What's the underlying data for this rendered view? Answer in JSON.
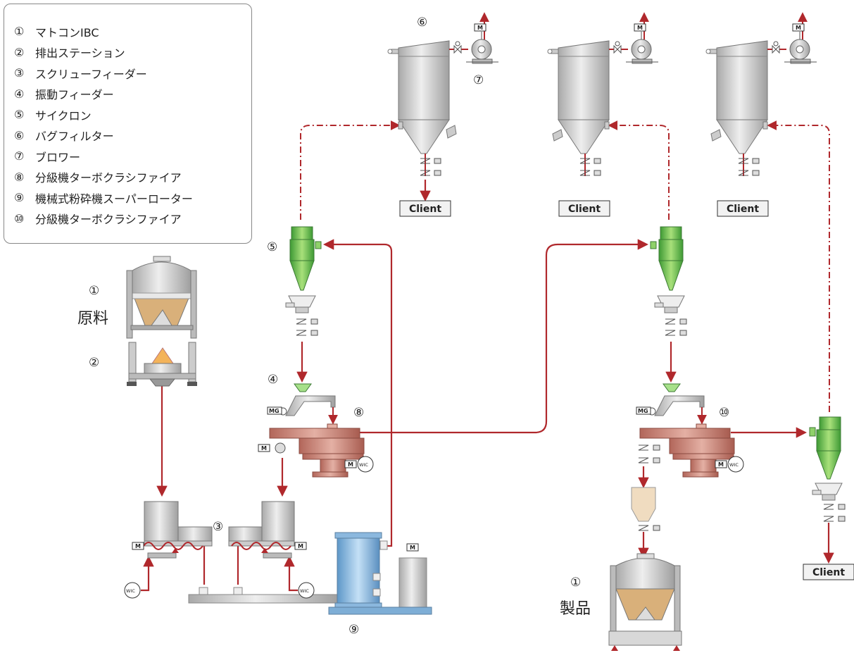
{
  "legend": {
    "items": [
      {
        "num": "①",
        "label": "マトコンIBC"
      },
      {
        "num": "②",
        "label": "排出ステーション"
      },
      {
        "num": "③",
        "label": "スクリューフィーダー"
      },
      {
        "num": "④",
        "label": "振動フィーダー"
      },
      {
        "num": "⑤",
        "label": "サイクロン"
      },
      {
        "num": "⑥",
        "label": "バグフィルター"
      },
      {
        "num": "⑦",
        "label": "ブロワー"
      },
      {
        "num": "⑧",
        "label": "分級機ターボクラシファイア"
      },
      {
        "num": "⑨",
        "label": "機械式粉砕機スーパーローター"
      },
      {
        "num": "⑩",
        "label": "分級機ターボクラシファイア"
      }
    ]
  },
  "labels": {
    "raw_num": "①",
    "raw_text": "原料",
    "station_num": "②",
    "screw_num": "③",
    "vib_num": "④",
    "cyclone_num": "⑤",
    "bag_num": "⑥",
    "blower_num": "⑦",
    "cls1_num": "⑧",
    "mill_num": "⑨",
    "cls2_num": "⑩",
    "prod_num": "①",
    "prod_text": "製品"
  },
  "client": "Client",
  "tags": {
    "motor": "M",
    "mg": "MG",
    "wic": "WIC"
  },
  "colors": {
    "line": "#b0282c",
    "cyclone": "#6cc24a",
    "classifier": "#c0796c",
    "mill": "#6fa8d6",
    "powder": "#d9b07a",
    "steel": "#c8c8c8"
  }
}
